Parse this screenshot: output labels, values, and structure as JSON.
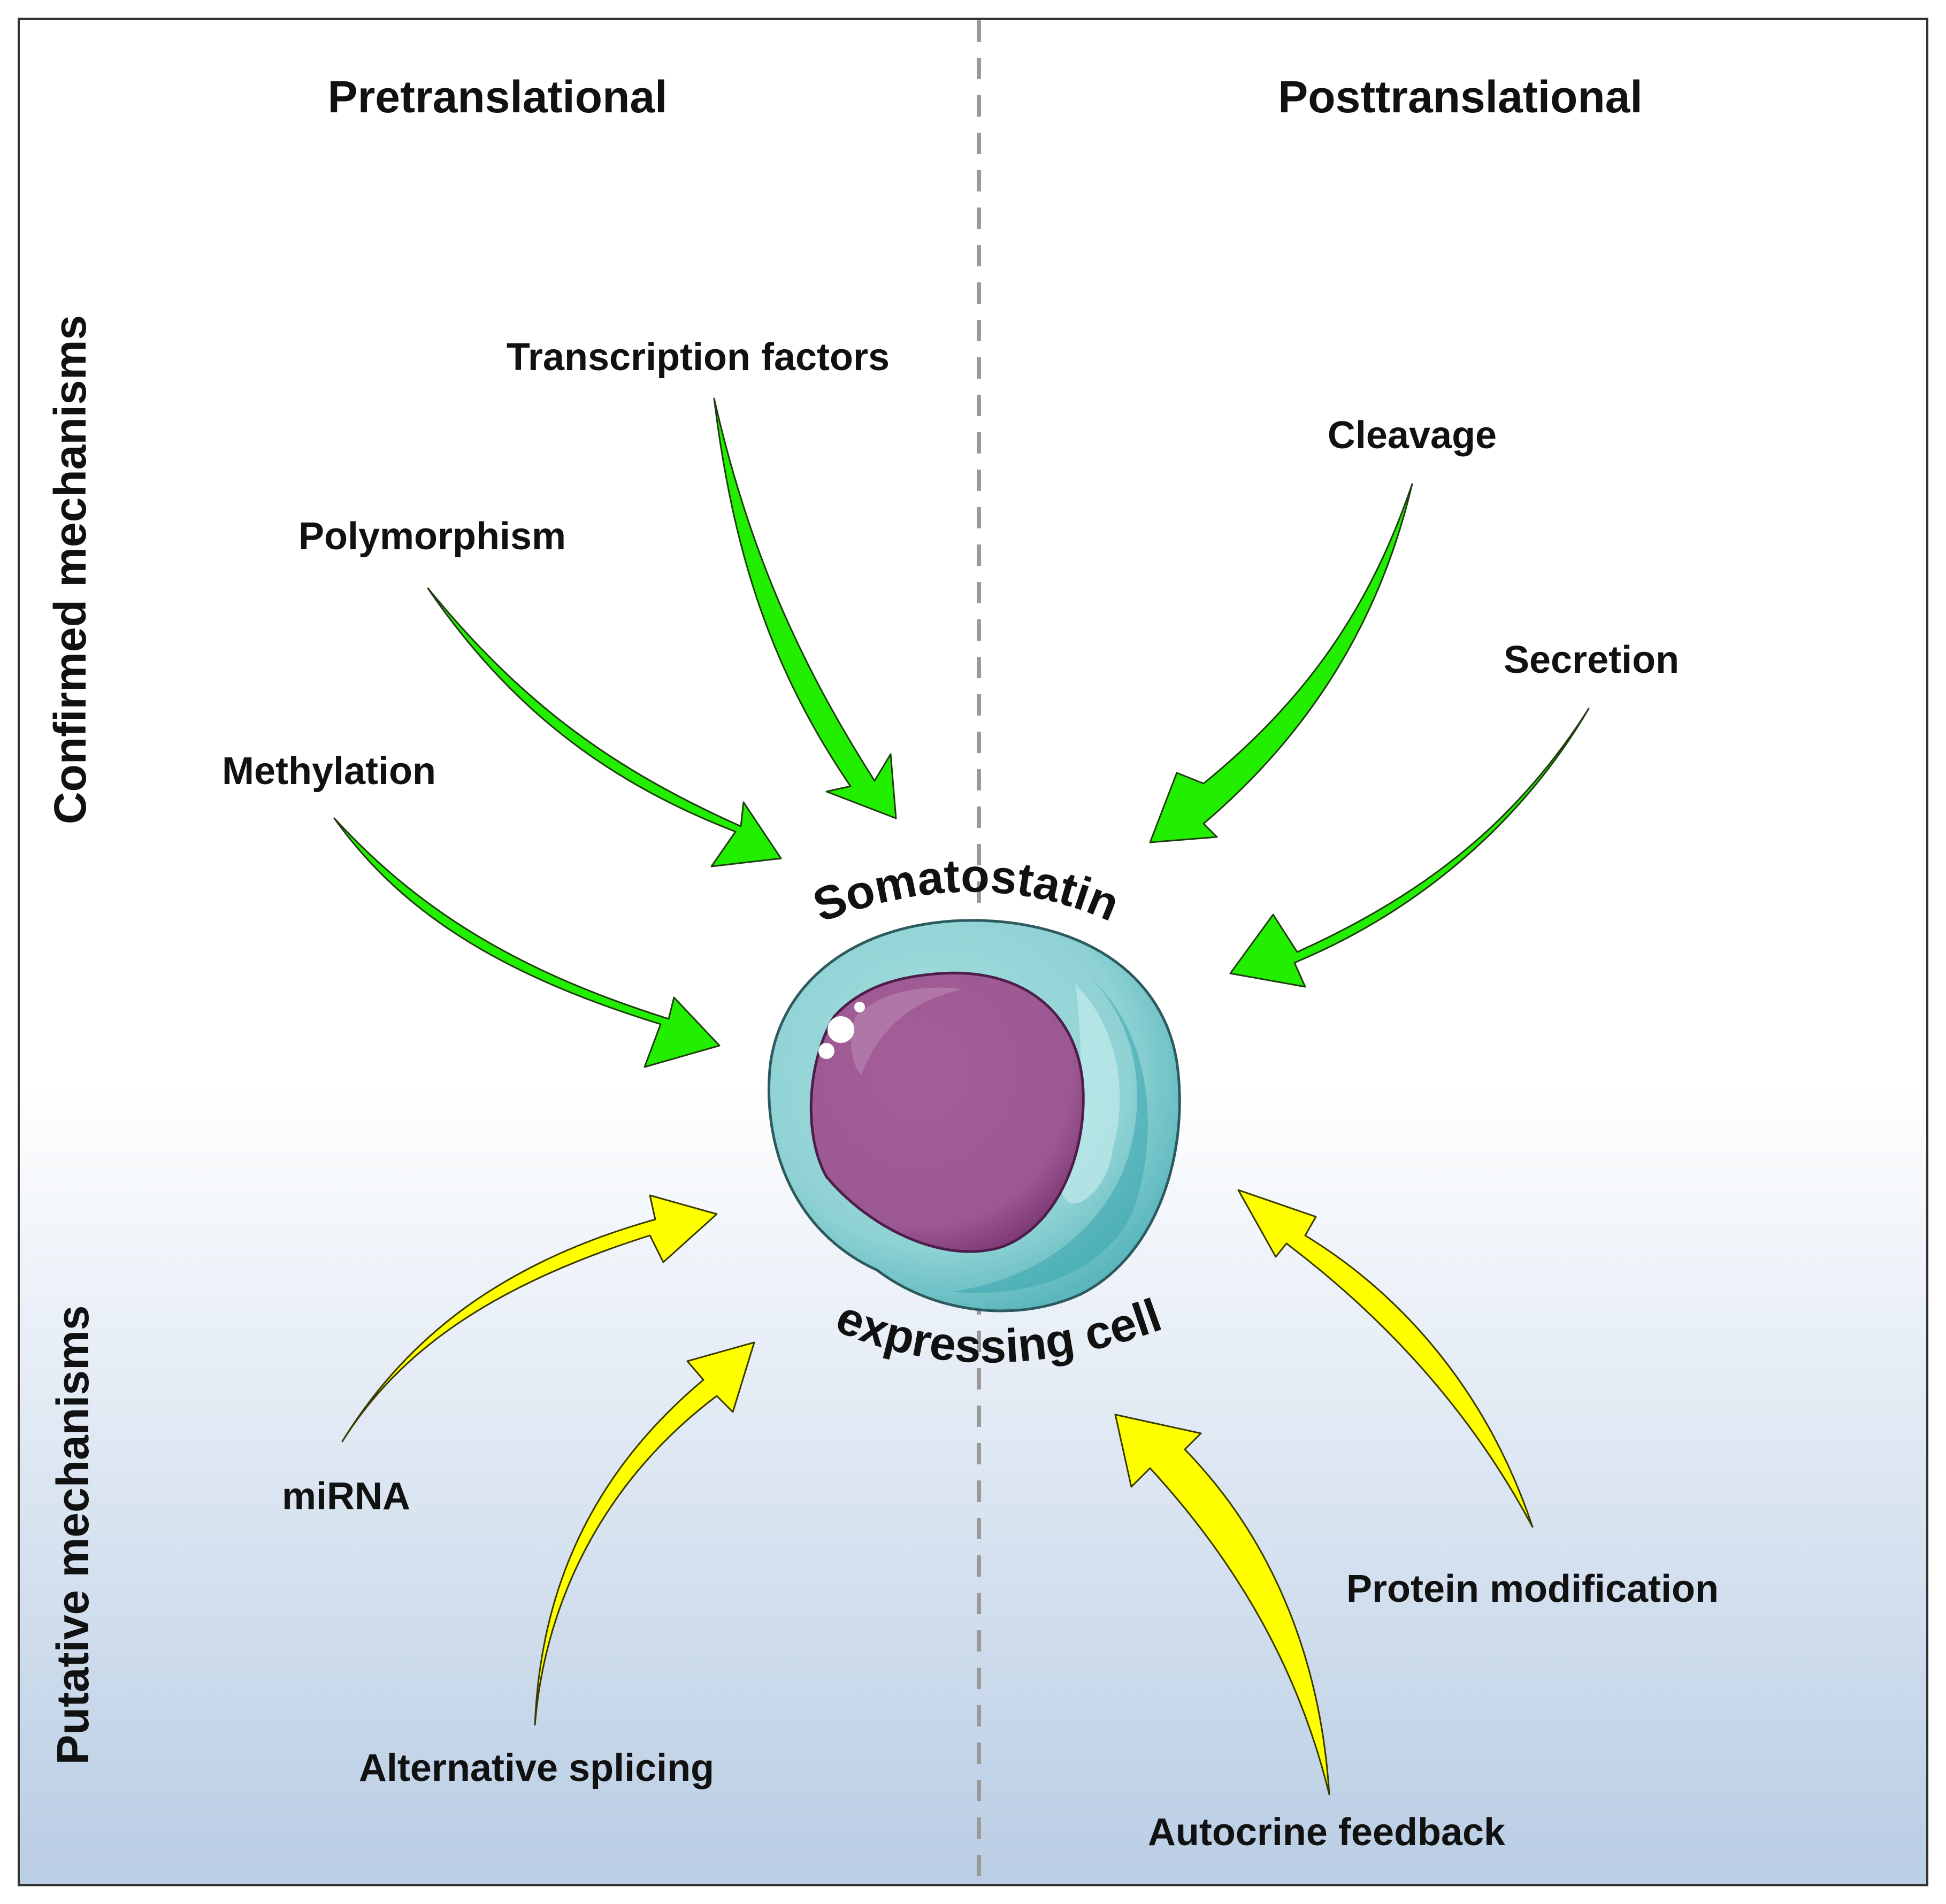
{
  "columns": {
    "left": "Pretranslational",
    "right": "Posttranslational"
  },
  "rows": {
    "top": "Confirmed mechanisms",
    "bottom": "Putative mechanisms"
  },
  "center": {
    "top_text": "Somatostatin",
    "bottom_text": "expressing cell"
  },
  "confirmed": [
    "Transcription factors",
    "Polymorphism",
    "Methylation",
    "Cleavage",
    "Secretion"
  ],
  "putative": [
    "miRNA",
    "Alternative splicing",
    "Protein modification",
    "Autocrine feedback"
  ],
  "colors": {
    "confirmed_arrow": "#22ee00",
    "putative_arrow": "#ffff00",
    "background_bottom": "#b9cde4",
    "cell_membrane": "#7cc8c8",
    "nucleus": "#9c5892",
    "divider": "#9a9a9a"
  }
}
